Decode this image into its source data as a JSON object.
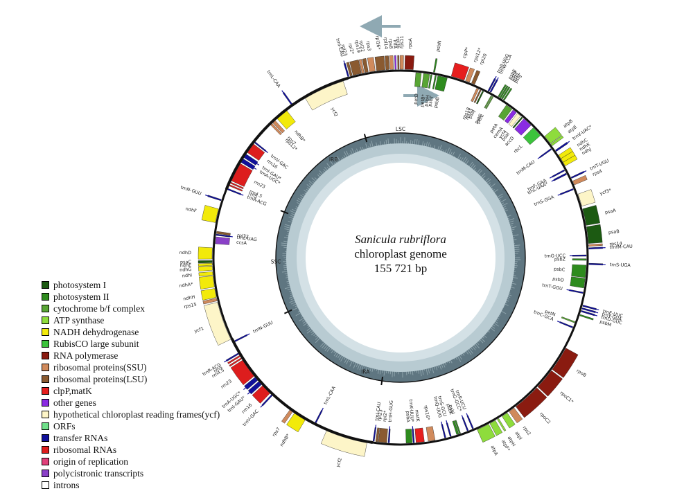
{
  "title": {
    "species": "Sanicula rubriflora",
    "type": "chloroplast genome",
    "size": "155 721 bp"
  },
  "regions": [
    "LSC",
    "IRA",
    "SSC",
    "IRB"
  ],
  "colors": {
    "photosystem_I": "#1c5a12",
    "photosystem_II": "#2e8b1e",
    "cytochrome": "#58a534",
    "atp": "#8edc3c",
    "nadh": "#f2ea0a",
    "rubisco": "#3cc33c",
    "rnapol": "#8a1b10",
    "rps": "#d08a5c",
    "rpl": "#8a5a30",
    "clp": "#e61e1e",
    "other": "#8a2be2",
    "ycf": "#fdf5c8",
    "orf": "#6fe08a",
    "trna": "#10109a",
    "rrna": "#dd1d1d",
    "ori": "#e0407a",
    "poly": "#8a40c8",
    "intron": "#ffffff"
  },
  "legend": [
    {
      "label": "photosystem I",
      "color": "#1c5a12"
    },
    {
      "label": "photosystem II",
      "color": "#2e8b1e"
    },
    {
      "label": "cytochrome b/f complex",
      "color": "#58a534"
    },
    {
      "label": "ATP synthase",
      "color": "#8edc3c"
    },
    {
      "label": "NADH dehydrogenase",
      "color": "#f2ea0a"
    },
    {
      "label": "RubisCO large subunit",
      "color": "#3cc33c"
    },
    {
      "label": "RNA polymerase",
      "color": "#8a1b10"
    },
    {
      "label": "ribosomal proteins(SSU)",
      "color": "#d08a5c"
    },
    {
      "label": "ribosomal proteins(LSU)",
      "color": "#8a5a30"
    },
    {
      "label": "clpP,matK",
      "color": "#e61e1e"
    },
    {
      "label": "other genes",
      "color": "#8a2be2"
    },
    {
      "label": "hypothetical chloroplast reading frames(ycf)",
      "color": "#fdf5c8"
    },
    {
      "label": "ORFs",
      "color": "#6fe08a"
    },
    {
      "label": "transfer RNAs",
      "color": "#10109a"
    },
    {
      "label": "ribosomal RNAs",
      "color": "#dd1d1d"
    },
    {
      "label": "origin of replication",
      "color": "#e0407a"
    },
    {
      "label": "polycistronic transcripts",
      "color": "#8a40c8"
    },
    {
      "label": "introns",
      "color": "#ffffff"
    }
  ],
  "genes": [
    {
      "name": "psbA",
      "a": 2,
      "w": 2.2,
      "c": "photosystem_II",
      "s": 1
    },
    {
      "name": "trnK-UUU*",
      "a": 4.5,
      "w": 0.5,
      "c": "trna",
      "s": 1
    },
    {
      "name": "matK",
      "a": 5.6,
      "w": 3,
      "c": "clp",
      "s": 1
    },
    {
      "name": "rps16*",
      "a": 10,
      "w": 2.5,
      "c": "rps",
      "s": 1
    },
    {
      "name": "trnQ-UUG",
      "a": 16,
      "w": 0.5,
      "c": "trna",
      "s": 1
    },
    {
      "name": "trnS-GCU",
      "a": 18,
      "w": 0.5,
      "c": "trna",
      "s": 1
    },
    {
      "name": "psbK",
      "a": 20.5,
      "w": 0.8,
      "c": "photosystem_II",
      "s": 1
    },
    {
      "name": "psbI",
      "a": 21.5,
      "w": 0.5,
      "c": "photosystem_II",
      "s": 1
    },
    {
      "name": "trnG-GCC*",
      "a": 24.5,
      "w": 0.5,
      "c": "trna",
      "s": 1
    },
    {
      "name": "trnR-UCU",
      "a": 26.5,
      "w": 0.5,
      "c": "trna",
      "s": 1
    },
    {
      "name": "atpA",
      "a": 28,
      "w": 4.5,
      "c": "atp",
      "s": 0
    },
    {
      "name": "atpF*",
      "a": 33,
      "w": 2.2,
      "c": "atp",
      "s": 0
    },
    {
      "name": "atpH",
      "a": 36,
      "w": 0.6,
      "c": "atp",
      "s": 0
    },
    {
      "name": "atpI",
      "a": 38,
      "w": 2.2,
      "c": "atp",
      "s": 0
    },
    {
      "name": "rps2",
      "a": 41,
      "w": 2.2,
      "c": "rps",
      "s": 0
    },
    {
      "name": "rpoC2",
      "a": 44,
      "w": 10,
      "c": "rnapol",
      "s": 0
    },
    {
      "name": "rpoC1*",
      "a": 54.5,
      "w": 7.5,
      "c": "rnapol",
      "s": 0
    },
    {
      "name": "rpoB",
      "a": 62.5,
      "w": 9,
      "c": "rnapol",
      "s": 0
    },
    {
      "name": "trnC-GCA",
      "a": 79,
      "w": 0.5,
      "c": "trna",
      "s": 1
    },
    {
      "name": "petN",
      "a": 81,
      "w": 0.5,
      "c": "cytochrome",
      "s": 1
    },
    {
      "name": "psbM",
      "a": 84,
      "w": 0.5,
      "c": "photosystem_II",
      "s": 0
    },
    {
      "name": "trnD-GUC",
      "a": 85.5,
      "w": 0.5,
      "c": "trna",
      "s": 0
    },
    {
      "name": "trnY-GUA",
      "a": 86.5,
      "w": 0.5,
      "c": "trna",
      "s": 0
    },
    {
      "name": "trnE-UUC",
      "a": 87.5,
      "w": 0.5,
      "c": "trna",
      "s": 0
    },
    {
      "name": "trnT-GGU",
      "a": 92,
      "w": 0.5,
      "c": "trna",
      "s": 1
    },
    {
      "name": "psbD",
      "a": 94,
      "w": 3.5,
      "c": "photosystem_II",
      "s": 1
    },
    {
      "name": "psbC",
      "a": 97.8,
      "w": 4.5,
      "c": "photosystem_II",
      "s": 1
    },
    {
      "name": "trnS-UGA",
      "a": 102.5,
      "w": 0.5,
      "c": "trna",
      "s": 0
    },
    {
      "name": "psbZ",
      "a": 104,
      "w": 0.6,
      "c": "photosystem_II",
      "s": 1
    },
    {
      "name": "trnG-UCC",
      "a": 105.5,
      "w": 0.5,
      "c": "trna",
      "s": 1
    },
    {
      "name": "trnfM-CAU",
      "a": 108,
      "w": 0.5,
      "c": "trna",
      "s": 0
    },
    {
      "name": "rps14",
      "a": 109,
      "w": 0.6,
      "c": "rps",
      "s": 0
    },
    {
      "name": "psaB",
      "a": 110,
      "w": 6,
      "c": "photosystem_I",
      "s": 0
    },
    {
      "name": "psaA",
      "a": 116.5,
      "w": 6,
      "c": "photosystem_I",
      "s": 0
    },
    {
      "name": "ycf3*",
      "a": 123.5,
      "w": 4.5,
      "c": "ycf",
      "s": 0
    },
    {
      "name": "trnS-GGA",
      "a": 130,
      "w": 0.5,
      "c": "trna",
      "s": 1
    },
    {
      "name": "rps4",
      "a": 131.5,
      "w": 1.5,
      "c": "rps",
      "s": 0
    },
    {
      "name": "trnT-UGU",
      "a": 134,
      "w": 0.5,
      "c": "trna",
      "s": 0
    },
    {
      "name": "trnL-UAA*",
      "a": 136,
      "w": 0.6,
      "c": "trna",
      "s": 1
    },
    {
      "name": "trnF-GAA",
      "a": 137.5,
      "w": 0.5,
      "c": "trna",
      "s": 1
    },
    {
      "name": "ndhJ",
      "a": 139,
      "w": 1.5,
      "c": "nadh",
      "s": 0
    },
    {
      "name": "ndhK",
      "a": 140.5,
      "w": 1.5,
      "c": "nadh",
      "s": 0
    },
    {
      "name": "ndhC",
      "a": 142,
      "w": 1.5,
      "c": "nadh",
      "s": 0
    },
    {
      "name": "trnV-UAC*",
      "a": 145,
      "w": 0.6,
      "c": "trna",
      "s": 0
    },
    {
      "name": "trnM-CAU",
      "a": 146.5,
      "w": 0.5,
      "c": "trna",
      "s": 1
    },
    {
      "name": "atpE",
      "a": 147.5,
      "w": 0.8,
      "c": "atp",
      "s": 0
    },
    {
      "name": "atpB",
      "a": 148.5,
      "w": 3.3,
      "c": "atp",
      "s": 0
    },
    {
      "name": "rbcL",
      "a": 153,
      "w": 3.8,
      "c": "rubisco",
      "s": 1
    },
    {
      "name": "accD",
      "a": 158,
      "w": 3.5,
      "c": "other",
      "s": 1
    },
    {
      "name": "psaI",
      "a": 162,
      "w": 0.5,
      "c": "photosystem_I",
      "s": 1
    },
    {
      "name": "ycf4",
      "a": 163,
      "w": 1.5,
      "c": "ycf",
      "s": 1
    },
    {
      "name": "cemA",
      "a": 165,
      "w": 1.5,
      "c": "other",
      "s": 1
    },
    {
      "name": "petA",
      "a": 167,
      "w": 2.5,
      "c": "cytochrome",
      "s": 1
    },
    {
      "name": "psbJ",
      "a": 171,
      "w": 0.5,
      "c": "photosystem_II",
      "s": 0
    },
    {
      "name": "psbL",
      "a": 171.8,
      "w": 0.5,
      "c": "photosystem_II",
      "s": 0
    },
    {
      "name": "psbF",
      "a": 172.5,
      "w": 0.5,
      "c": "photosystem_II",
      "s": 0
    },
    {
      "name": "psbE",
      "a": 173.2,
      "w": 0.5,
      "c": "photosystem_II",
      "s": 0
    },
    {
      "name": "petL",
      "a": 175,
      "w": 0.4,
      "c": "cytochrome",
      "s": 1
    },
    {
      "name": "petG",
      "a": 175.6,
      "w": 0.4,
      "c": "cytochrome",
      "s": 1
    },
    {
      "name": "trnW-CCA",
      "a": 176.5,
      "w": 0.5,
      "c": "trna",
      "s": 0
    },
    {
      "name": "trnP-UGG",
      "a": 177.3,
      "w": 0.5,
      "c": "trna",
      "s": 0
    },
    {
      "name": "psaJ",
      "a": 179,
      "w": 0.5,
      "c": "photosystem_I",
      "s": 1
    },
    {
      "name": "rpl33",
      "a": 180,
      "w": 0.5,
      "c": "rpl",
      "s": 1
    },
    {
      "name": "rps18",
      "a": 181,
      "w": 0.8,
      "c": "rps",
      "s": 1
    },
    {
      "name": "rpl20",
      "a": 183,
      "w": 1.2,
      "c": "rpl",
      "s": 0
    },
    {
      "name": "rps12*",
      "a": 185,
      "w": 1.5,
      "c": "rps",
      "s": 0
    },
    {
      "name": "clpP*",
      "a": 187,
      "w": 4.8,
      "c": "clp",
      "s": 0
    },
    {
      "name": "psbB",
      "a": 193,
      "w": 3.5,
      "c": "photosystem_II",
      "s": 1
    },
    {
      "name": "psbT",
      "a": 197,
      "w": 0.5,
      "c": "photosystem_II",
      "s": 1
    },
    {
      "name": "psbN",
      "a": 197.8,
      "w": 0.5,
      "c": "photosystem_II",
      "s": 0
    },
    {
      "name": "psbH",
      "a": 198.6,
      "w": 0.5,
      "c": "photosystem_II",
      "s": 1
    },
    {
      "name": "petB*",
      "a": 199.5,
      "w": 2.2,
      "c": "cytochrome",
      "s": 1
    },
    {
      "name": "petD",
      "a": 202.5,
      "w": 2,
      "c": "cytochrome",
      "s": 1
    },
    {
      "name": "rpoA",
      "a": 205.5,
      "w": 3,
      "c": "rnapol",
      "s": 0
    },
    {
      "name": "rps11",
      "a": 209,
      "w": 1.2,
      "c": "rps",
      "s": 0
    },
    {
      "name": "rpl36",
      "a": 210.5,
      "w": 0.5,
      "c": "rpl",
      "s": 0
    },
    {
      "name": "infA",
      "a": 211.5,
      "w": 0.5,
      "c": "other",
      "s": 0
    },
    {
      "name": "rps8",
      "a": 212.5,
      "w": 1.2,
      "c": "rps",
      "s": 0
    },
    {
      "name": "rpl14",
      "a": 214,
      "w": 1.2,
      "c": "rpl",
      "s": 0
    },
    {
      "name": "rpl16*",
      "a": 215.5,
      "w": 3,
      "c": "rpl",
      "s": 0
    },
    {
      "name": "rps3",
      "a": 219,
      "w": 2,
      "c": "rps",
      "s": 0
    },
    {
      "name": "rpl22",
      "a": 221.5,
      "w": 1.2,
      "c": "rpl",
      "s": 0
    },
    {
      "name": "rps19",
      "a": 223,
      "w": 0.8,
      "c": "rps",
      "s": 0
    },
    {
      "name": "rpl2*",
      "a": 224,
      "w": 3,
      "c": "rpl",
      "s": 0
    },
    {
      "name": "rpl23",
      "a": 227.3,
      "w": 0.8,
      "c": "rpl",
      "s": 0
    },
    {
      "name": "trnI-CAU",
      "a": 228.5,
      "w": 0.5,
      "c": "trna",
      "s": 0
    },
    {
      "name": "ycf2",
      "a": 231,
      "w": 15,
      "c": "ycf",
      "s": 1
    },
    {
      "name": "trnL-CAA",
      "a": 251,
      "w": 0.5,
      "c": "trna",
      "s": 0
    },
    {
      "name": "ndhB*",
      "a": 254,
      "w": 4.5,
      "c": "nadh",
      "s": 1
    },
    {
      "name": "rps7",
      "a": 259.5,
      "w": 1.2,
      "c": "rps",
      "s": 1
    },
    {
      "name": "rps12*",
      "a": 261,
      "w": 0.8,
      "c": "rps",
      "s": 1
    },
    {
      "name": "trnV-GAC",
      "a": 270,
      "w": 0.5,
      "c": "trna",
      "s": 1
    },
    {
      "name": "rrn16",
      "a": 271,
      "w": 3.8,
      "c": "rrna",
      "s": 1
    },
    {
      "name": "trnI-GAU*",
      "a": 275.5,
      "w": 1.5,
      "c": "trna",
      "s": 1
    },
    {
      "name": "trnA-UGC*",
      "a": 277.5,
      "w": 1.5,
      "c": "trna",
      "s": 1
    },
    {
      "name": "rrn23",
      "a": 279.5,
      "w": 7,
      "c": "rrna",
      "s": 1
    },
    {
      "name": "rrn4.5",
      "a": 287,
      "w": 0.5,
      "c": "rrna",
      "s": 1
    },
    {
      "name": "rrn5",
      "a": 288,
      "w": 0.5,
      "c": "rrna",
      "s": 1
    },
    {
      "name": "trnR-ACG",
      "a": 289.5,
      "w": 0.5,
      "c": "trna",
      "s": 1
    },
    {
      "name": "trnN-GUU",
      "a": 294,
      "w": 0.5,
      "c": "trna",
      "s": 0
    },
    {
      "name": "ndhF",
      "a": 297.5,
      "w": 5,
      "c": "nadh",
      "s": 0
    },
    {
      "name": "rpl32",
      "a": 305.5,
      "w": 0.8,
      "c": "rpl",
      "s": 1
    },
    {
      "name": "trnL-UAG",
      "a": 306.5,
      "w": 0.5,
      "c": "trna",
      "s": 1
    },
    {
      "name": "ccsA",
      "a": 307.5,
      "w": 2.5,
      "c": "poly",
      "s": 1
    },
    {
      "name": "ndhD",
      "a": 311.5,
      "w": 4,
      "c": "nadh",
      "s": 0
    },
    {
      "name": "psaC",
      "a": 316,
      "w": 0.8,
      "c": "photosystem_I",
      "s": 0
    },
    {
      "name": "ndhE",
      "a": 317,
      "w": 0.8,
      "c": "nadh",
      "s": 0
    },
    {
      "name": "ndhG",
      "a": 318,
      "w": 1.5,
      "c": "nadh",
      "s": 0
    },
    {
      "name": "ndhI",
      "a": 320,
      "w": 1.2,
      "c": "nadh",
      "s": 0
    },
    {
      "name": "ndhA*",
      "a": 321.5,
      "w": 4,
      "c": "nadh",
      "s": 0
    },
    {
      "name": "ndhH",
      "a": 326,
      "w": 3.2,
      "c": "nadh",
      "s": 0
    },
    {
      "name": "rps15",
      "a": 329.5,
      "w": 1,
      "c": "rps",
      "s": 0
    },
    {
      "name": "ycf1",
      "a": 331,
      "w": 14,
      "c": "ycf",
      "s": 0
    },
    {
      "name": "trnN-GUU",
      "a": 346,
      "w": 0.5,
      "c": "trna",
      "s": 1
    },
    {
      "name": "trnR-ACG",
      "a": 350.5,
      "w": 0.5,
      "c": "trna",
      "s": 0
    },
    {
      "name": "rrn5",
      "a": 351.5,
      "w": 0.5,
      "c": "rrna",
      "s": 0
    },
    {
      "name": "rrn4.5",
      "a": 352.5,
      "w": 0.5,
      "c": "rrna",
      "s": 0
    },
    {
      "name": "rrn23",
      "a": 353.5,
      "w": 7,
      "c": "rrna",
      "s": 0
    },
    {
      "name": "trnA-UGC*",
      "a": 361,
      "w": 1.5,
      "c": "trna",
      "s": 0
    },
    {
      "name": "trnI-GAU*",
      "a": 363,
      "w": 1.5,
      "c": "trna",
      "s": 0
    },
    {
      "name": "rrn16",
      "a": 365,
      "w": 3.8,
      "c": "rrna",
      "s": 0
    },
    {
      "name": "trnV-GAC",
      "a": 369.5,
      "w": 0.5,
      "c": "trna",
      "s": 0
    },
    {
      "name": "rps7",
      "a": 378,
      "w": 1.2,
      "c": "rps",
      "s": 0
    },
    {
      "name": "ndhB*",
      "a": 380,
      "w": 4.5,
      "c": "nadh",
      "s": 0
    },
    {
      "name": "trnL-CAA",
      "a": 388,
      "w": 0.5,
      "c": "trna",
      "s": 1
    },
    {
      "name": "ycf2",
      "a": 393,
      "w": 15,
      "c": "ycf",
      "s": 0
    },
    {
      "name": "trnI-CAU",
      "a": 410,
      "w": 0.5,
      "c": "trna",
      "s": 1
    },
    {
      "name": "rpl23",
      "a": 411,
      "w": 0.8,
      "c": "rpl",
      "s": 1
    },
    {
      "name": "rpl2*",
      "a": 412,
      "w": 3,
      "c": "rpl",
      "s": 1
    },
    {
      "name": "trnH-GUG",
      "a": 415.5,
      "w": 0.5,
      "c": "trna",
      "s": 1
    }
  ],
  "labels_outside": {
    "psbA": {
      "a": 3,
      "r": 1.22
    },
    "trnK-UUU*": {
      "a": 4.5,
      "r": 1.16
    },
    "matK": {
      "a": 6.5,
      "r": 1.16
    }
  }
}
